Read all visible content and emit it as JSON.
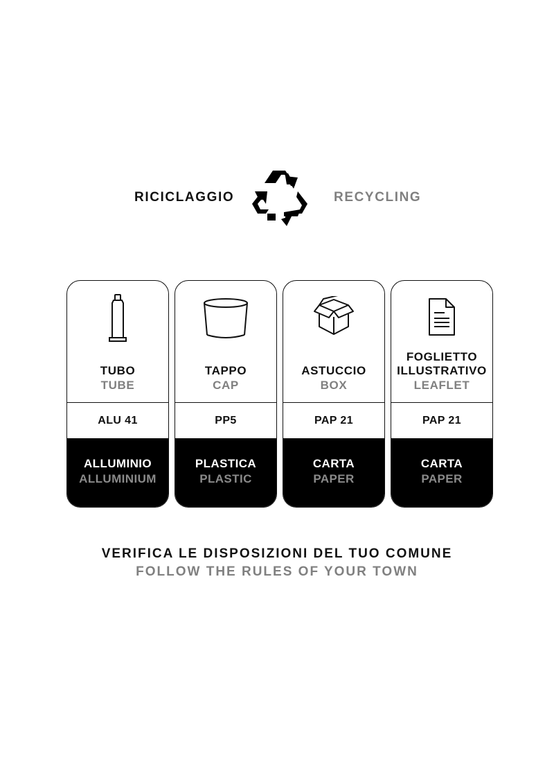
{
  "header": {
    "label_it": "RICICLAGGIO",
    "label_en": "RECYCLING",
    "icon": "recycle-icon"
  },
  "cards": [
    {
      "icon": "tube-icon",
      "name_it": "TUBO",
      "name_en": "TUBE",
      "code": "ALU 41",
      "material_it": "ALLUMINIO",
      "material_en": "ALLUMINIUM"
    },
    {
      "icon": "cap-icon",
      "name_it": "TAPPO",
      "name_en": "CAP",
      "code": "PP5",
      "material_it": "PLASTICA",
      "material_en": "PLASTIC"
    },
    {
      "icon": "box-icon",
      "name_it": "ASTUCCIO",
      "name_en": "BOX",
      "code": "PAP 21",
      "material_it": "CARTA",
      "material_en": "PAPER"
    },
    {
      "icon": "leaflet-icon",
      "name_it": "FOGLIETTO ILLUSTRATIVO",
      "name_en": "LEAFLET",
      "code": "PAP 21",
      "material_it": "CARTA",
      "material_en": "PAPER"
    }
  ],
  "footer": {
    "text_it": "VERIFICA LE DISPOSIZIONI DEL TUO COMUNE",
    "text_en": "FOLLOW THE RULES OF YOUR TOWN"
  },
  "colors": {
    "text_primary": "#111111",
    "text_secondary": "#808080",
    "material_band": "#000000"
  }
}
